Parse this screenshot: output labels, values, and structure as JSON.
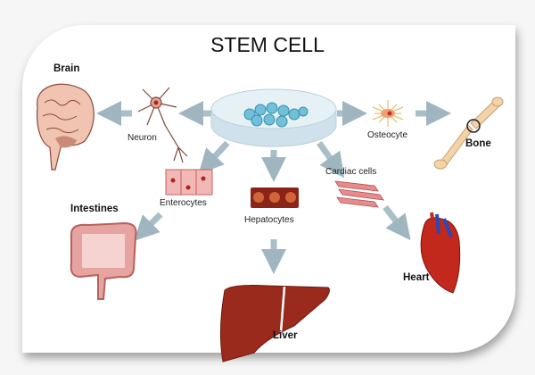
{
  "title": "STEM CELL",
  "organs": {
    "brain": "Brain",
    "bone": "Bone",
    "intestines": "Intestines",
    "liver": "Liver",
    "heart": "Heart"
  },
  "cells": {
    "neuron": "Neuron",
    "osteocyte": "Osteocyte",
    "enterocytes": "Enterocytes",
    "hepatocytes": "Hepatocytes",
    "cardiac": "Cardiac cells"
  },
  "colors": {
    "arrow": "#9fb6c0",
    "organ_red": "#a52a1e",
    "tissue_pink": "#e9a3a0",
    "dish": "#d8e8f0"
  }
}
